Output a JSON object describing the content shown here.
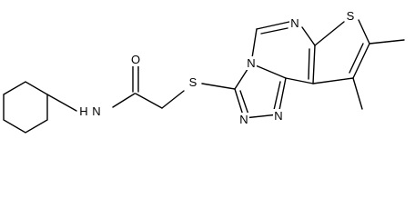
{
  "structure": {
    "atoms": {
      "o_amide": "O",
      "n_amide": "N",
      "h_amide": "H",
      "s_thioether": "S",
      "n_triazole_bridge": "N",
      "n_triazole_a": "N",
      "n_triazole_b": "N",
      "n_pyrimidine": "N",
      "s_thiophene": "S"
    }
  }
}
